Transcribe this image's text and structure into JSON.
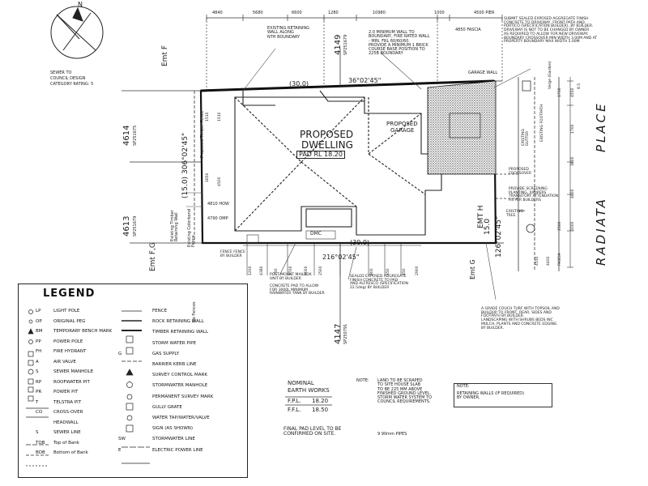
{
  "north": {
    "label": "N"
  },
  "street": {
    "name_1": "PLACE",
    "name_2": "RADIATA"
  },
  "dwelling": {
    "title_1": "PROPOSED",
    "title_2": "DWELLING",
    "pad": "PAD RL 18.20"
  },
  "garage": {
    "title_1": "PROPOSED",
    "title_2": "GARAGE"
  },
  "boundaries": {
    "north_dist": "(30.0)",
    "north_bearing": "36°02'45\"",
    "south_dist": "(30.0)",
    "south_bearing": "216°02'45\"",
    "west_bearing": "306°02'45\"",
    "west_dist": "(15.0)",
    "east_dist": "15.0",
    "east_bearing": "126°02'45\"",
    "emt_h": "EMT H",
    "emt_g": "Emt G"
  },
  "easements": {
    "emt_f": "Emt F",
    "emt_fg": "Emt F,G",
    "lot_4614": "4614",
    "sp_4614": "SP251675",
    "lot_4613": "4613",
    "sp_4613": "SP251679",
    "lot_4149": "4149",
    "sp_4149": "SP251679",
    "lot_4147": "4147",
    "sp_4147": "SP250791"
  },
  "sewer_note": {
    "line1": "SEWER TO",
    "line2": "COUNCIL DESIGN",
    "line3": "CATEGORY RATING: 5"
  },
  "top_dims": [
    "4840",
    "5680",
    "6600",
    "1280",
    "10980",
    "1000",
    "4500 PIER"
  ],
  "notes": {
    "retaining_wall": "EXISTING RETAINING\nWALL ALONG\nNTH BOUNDARY",
    "garage_wall": "2.0 MINIMUM WALL TO\nBOUNDARY, FIRE RATED WALL\n- MIN. FRL 60/60/60.\nPROVIDE A MINIMUM 1 BRICK\nCOURSE BASE POSITION TO\n225B BOUNDARY",
    "driveway": "SUBMIT SEALED EXPOSED AGGREGATE FINISH\nCONCRETE TO DRIVEWAY, FRONT PATH AND\nPORTICO (SPECIFICATION BUILDER), BY BUILDER.\nDRIVEWAY IS NOT TO BE CHANGED BY OWNER\nAS REQUIRED TO ALLOW FOR NEW DRIVEWAY.\nBOUNDARY CROSSOVER MIN WIDTH 3.00M AND AT\nPROPERTY BOUNDARY MAX WIDTH 5.00M",
    "garage_wall_label": "GARAGE WALL",
    "hose": "4850 FASCIA",
    "crossover": "PROPOSED\nCROSSOVER",
    "gutter": "EXISTING\nGUTTER",
    "tree": "EXISTING\nTREE",
    "screening": "PROVIDE SCREENING\nPLANTING, JUNIPERS\nTRANSITORY ATTENUATION\nAS PER BUILDERS",
    "footpath": "EXISTING FOOTPATH",
    "awn": "4810 HOW",
    "oomp": "4790 OMP",
    "dmc": "DMC",
    "fence": "FENCE FENCE\nBY BUILDER",
    "post": "POST MOUNT MAILBOX\nUNIT BY BUILDER",
    "concrete_pad": "CONCRETE PAD TO ALLOW\nFOR 3000L MINIMUM\nRAINWATER TANK BY BUILDER",
    "sealed": "SEALED EXPOSED AGGREGATE\nFINISH CONCRETE TO PAD\nAND ALFRESCO (SPECIFICATION\n22.5deg) BY BUILDER",
    "grade": "A GRADE COUCH TURF WITH TOPSOIL AND\nBUILDUP TO FRONT, REAR, SIDES AND\nFOOTPATH BY BUILDER.\nLANDSCAPING WITH SHRUBS BEDS INC\nMULCH, PLANTS AND CONCRETE EDGING\nBY BUILDER.",
    "no_fences": "No Fences",
    "retaining_left": "Existing Timber\nRetaining Wall",
    "fence_left": "Existing Colorbond\nFence",
    "fence_north": "Proposed Timber Fence",
    "verge": "Verge (Garden)"
  },
  "side_dims": [
    "1510",
    "1510",
    "1650",
    "4500",
    "1200",
    "4380",
    "750",
    "1700",
    "2000",
    "2500",
    "800",
    "450",
    "450",
    "2900"
  ],
  "right_dims": [
    "1730",
    "4550",
    "8.5",
    "1700",
    "3800",
    "4000",
    "2000",
    "2500",
    "FASCIA",
    "4400",
    "4550"
  ],
  "bottom_dims": [
    "1500",
    "1050",
    "1050",
    "750",
    "1100",
    "1450",
    "1450",
    "1100",
    "450"
  ],
  "earthworks": {
    "title_1": "NOMINAL",
    "title_2": "EARTH WORKS",
    "fpl": "F.P.L.",
    "fpl_val": "18.20",
    "fsl": "F.F.L.",
    "fsl_val": "18.50"
  },
  "final_pad": "FINAL PAD LEVEL TO BE\nCONFIRMED ON SITE.",
  "note_land": {
    "label": "NOTE:",
    "text": "LAND TO BE SCRAPED\nTO SITE HOUSE SLAB\nTO BE 225 MM ABOVE\nFINISHED GROUND LEVEL.\nSTORM WATER SYSTEM TO\nCOUNCIL REQUIREMENTS.",
    "pipes": "9 90mm PIPES"
  },
  "note_walls": {
    "label": "NOTE:",
    "text": "RETAINING WALLS (IF REQUIRED)\nBY OWNER."
  },
  "legend": {
    "title": "LEGEND",
    "left": [
      {
        "sym": "LP",
        "label": "LIGHT POLE"
      },
      {
        "sym": "OP",
        "label": "ORIGINAL PEG"
      },
      {
        "sym": "BM",
        "label": "TEMPORARY BENCH MARK"
      },
      {
        "sym": "PP",
        "label": "POWER POLE"
      },
      {
        "sym": "FH",
        "label": "FIRE HYDRANT"
      },
      {
        "sym": "A",
        "label": "AIR VALVE"
      },
      {
        "sym": "S",
        "label": "SEWER MANHOLE"
      },
      {
        "sym": "RP",
        "label": "ROOFWATER PIT"
      },
      {
        "sym": "PR",
        "label": "POWER PIT"
      },
      {
        "sym": "T",
        "label": "TELSTRA PIT"
      },
      {
        "sym": "CO",
        "label": "CROSS-OVER"
      },
      {
        "sym": "",
        "label": "HEADWALL"
      },
      {
        "sym": "S",
        "label": "SEWER LINE"
      },
      {
        "sym": "TOB",
        "label": "Top of Bank"
      },
      {
        "sym": "BOB",
        "label": "Bottom of Bank"
      }
    ],
    "right": [
      {
        "sym": "",
        "label": "FENCE"
      },
      {
        "sym": "",
        "label": "ROCK RETAINING WALL"
      },
      {
        "sym": "",
        "label": "TIMBER RETAINING WALL"
      },
      {
        "sym": "",
        "label": "STORM WATER PIPE"
      },
      {
        "sym": "G",
        "label": "GAS SUPPLY"
      },
      {
        "sym": "",
        "label": "BARRIER KERB LINE"
      },
      {
        "sym": "",
        "label": "SURVEY CONTROL MARK"
      },
      {
        "sym": "",
        "label": "STORMWATER MANHOLE"
      },
      {
        "sym": "",
        "label": "PERMANENT SURVEY MARK"
      },
      {
        "sym": "",
        "label": "GULLY GRATE"
      },
      {
        "sym": "",
        "label": "WATER TAP/WATER/VALVE"
      },
      {
        "sym": "",
        "label": "SIGN (AS SHOWN)"
      },
      {
        "sym": "SW",
        "label": "STORMWATER LINE"
      },
      {
        "sym": "E",
        "label": "ELECTRIC POWER LINE"
      }
    ]
  }
}
